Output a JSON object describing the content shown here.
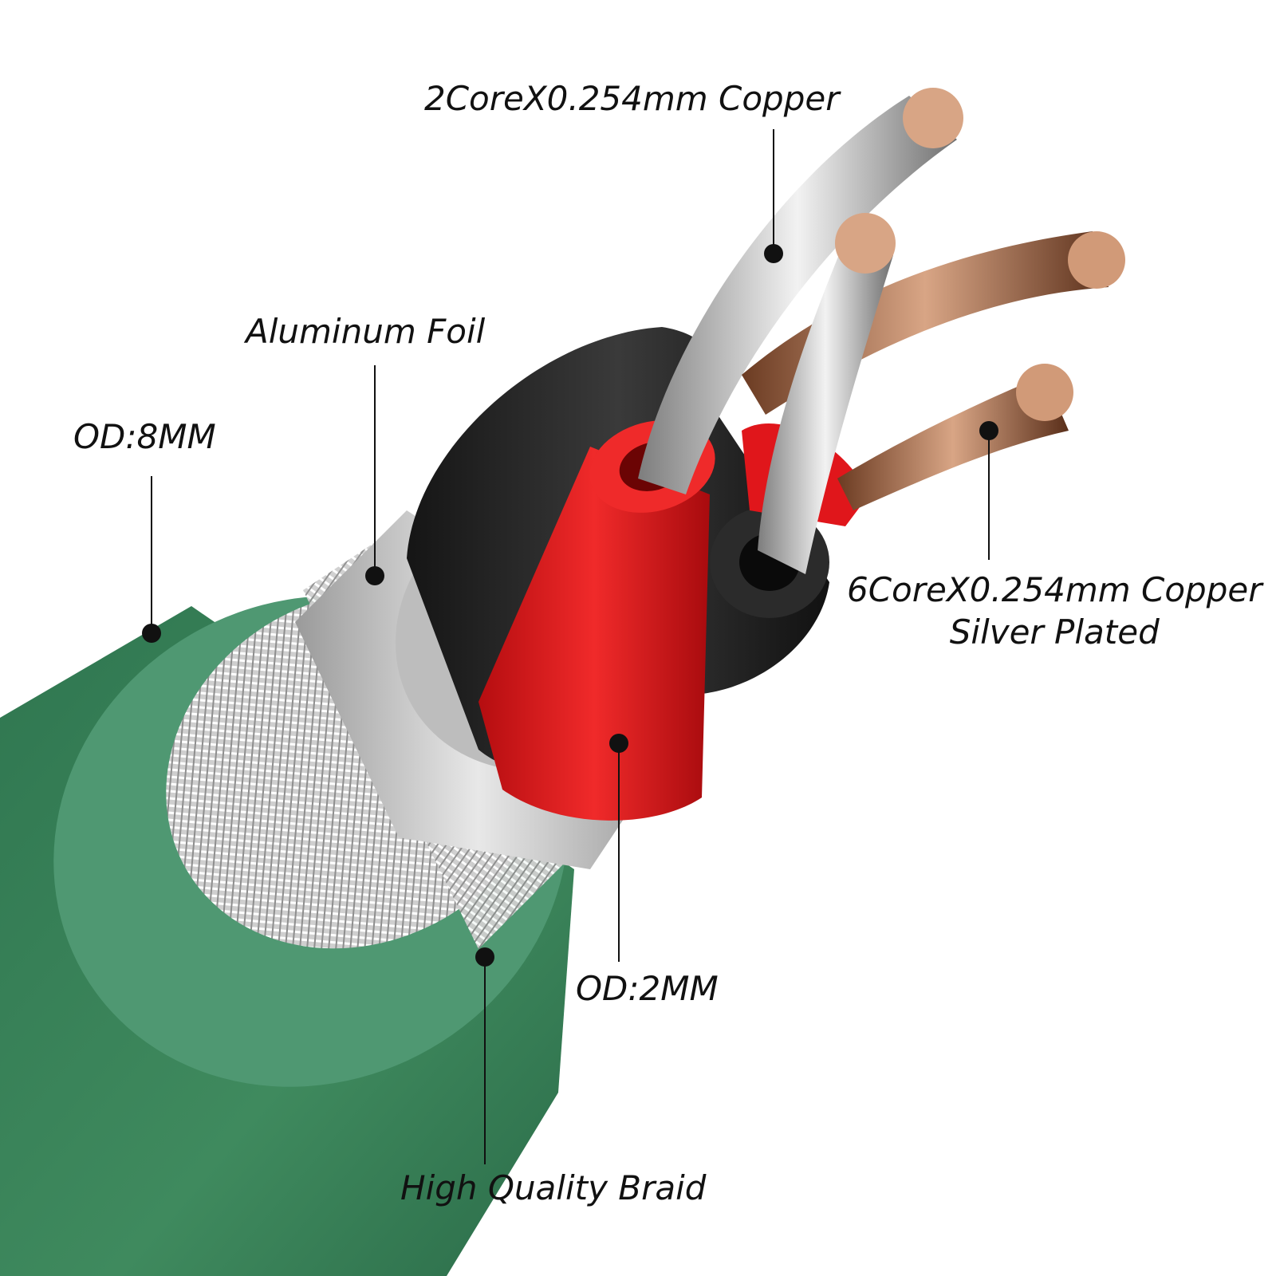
{
  "callouts": {
    "copper_2core": "2CoreX0.254mm Copper",
    "aluminum_foil": "Aluminum Foil",
    "od_8mm": "OD:8MM",
    "copper_6core_line1": "6CoreX0.254mm Copper",
    "copper_6core_line2": "Silver Plated",
    "od_2mm": "OD:2MM",
    "braid": "High Quality Braid"
  },
  "colors": {
    "jacket": "#3f8a5e",
    "jacket_face": "#4f9872",
    "braid": "#d7d7d7",
    "foil": "#c9c9c9",
    "red_insulation": "#e0161b",
    "black_insulation": "#2a2a2a",
    "copper": "#c98a62",
    "silver_strand": "#bdbdbd",
    "leader": "#111111"
  }
}
